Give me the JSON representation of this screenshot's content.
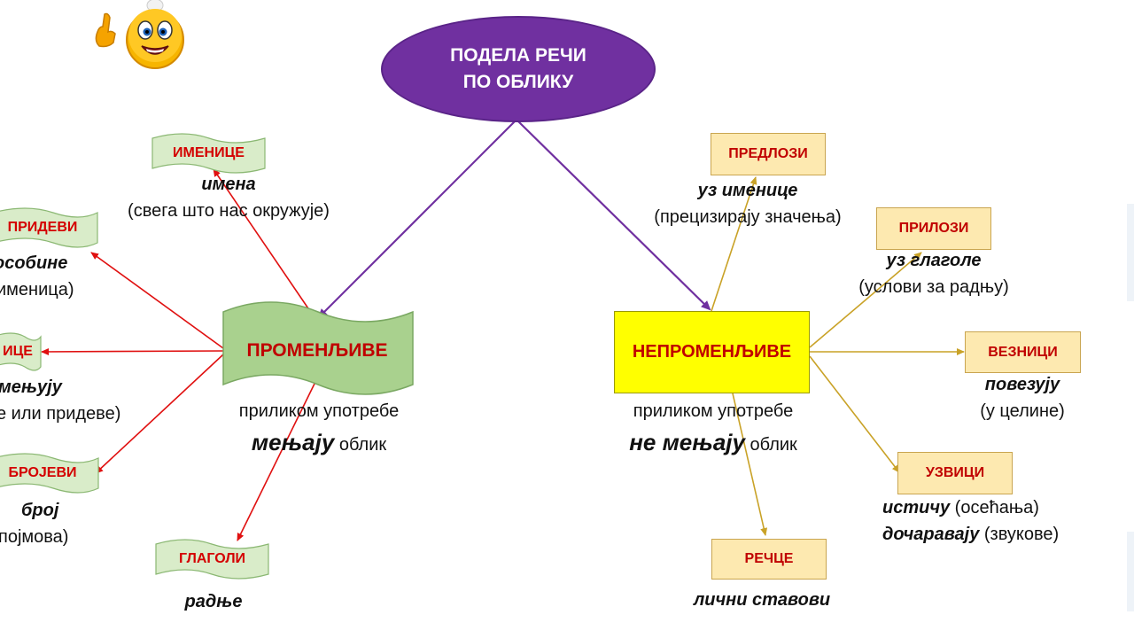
{
  "root": {
    "line1": "ПОДЕЛА РЕЧИ",
    "line2": "ПО ОБЛИКУ"
  },
  "variable": {
    "label": "ПРОМЕНЉИВЕ",
    "caption_top": "приликом употребе",
    "caption_em": "мењају",
    "caption_tail": " облик"
  },
  "invariable": {
    "label": "НЕПРОМЕНЉИВЕ",
    "caption_top": "приликом употребе",
    "caption_em": "не мењају",
    "caption_tail": " облик"
  },
  "variable_children": [
    {
      "label": "ИМЕНИЦЕ",
      "desc_bold": "имена",
      "desc_plain": "(свега што нас окружује)"
    },
    {
      "label": "ПРИДЕВИ",
      "desc_bold": "особине",
      "desc_plain": "именица)"
    },
    {
      "label": "ИЦЕ",
      "desc_bold": "мењују",
      "desc_plain": "е или придеве)"
    },
    {
      "label": "БРОЈЕВИ",
      "desc_bold": "број",
      "desc_plain": "појмова)"
    },
    {
      "label": "ГЛАГОЛИ",
      "desc_bold": "радње",
      "desc_plain": ""
    }
  ],
  "invariable_children": [
    {
      "label": "ПРЕДЛОЗИ",
      "desc_bold": "уз именице",
      "desc_plain": "(прецизирају значења)"
    },
    {
      "label": "ПРИЛОЗИ",
      "desc_bold": "уз глаголе",
      "desc_plain": "(услови за радњу)"
    },
    {
      "label": "ВЕЗНИЦИ",
      "desc_bold": "повезују",
      "desc_plain": "(у целине)"
    },
    {
      "label": "УЗВИЦИ",
      "desc_bold1": "истичу",
      "desc_plain1": " (осећања)",
      "desc_bold2": "дочаравају",
      "desc_plain2": " (звукове)"
    },
    {
      "label": "РЕЧЦЕ",
      "desc_bold": "лични ставови",
      "desc_plain": ""
    }
  ],
  "colors": {
    "root_fill": "#7030a0",
    "variable_fill": "#a9d18e",
    "invariable_fill": "#ffff00",
    "label_text": "#c00000",
    "arrow_red": "#e01010",
    "arrow_purple": "#7030a0",
    "arrow_gold": "#c9a227",
    "box_fill": "#fde9b0",
    "wave_fill": "#d9ecc9"
  },
  "icons": {
    "emoji": "smiley-thumbs-up-icon"
  }
}
